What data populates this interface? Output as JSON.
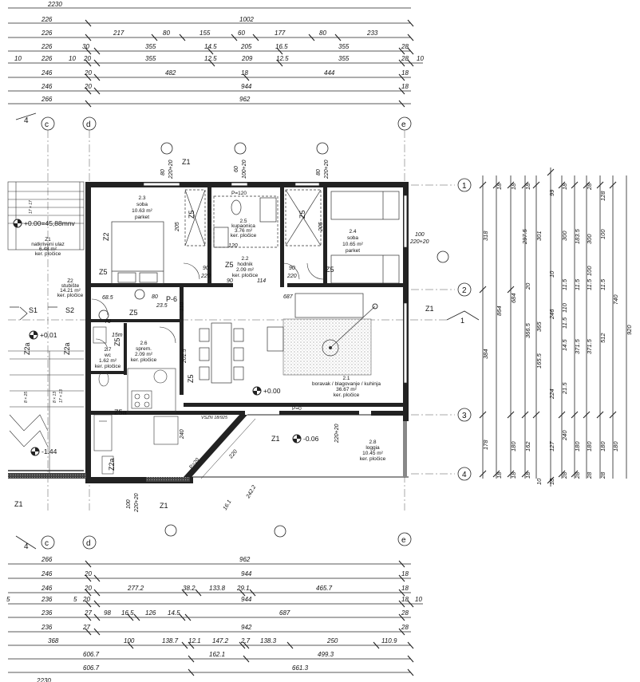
{
  "top_dimensions": [
    [
      "2230"
    ],
    [
      "226",
      "1002"
    ],
    [
      "226",
      "217",
      "80",
      "155",
      "60",
      "177",
      "80",
      "233"
    ],
    [
      "226",
      "30",
      "355",
      "14.5",
      "205",
      "16.5",
      "355",
      "28"
    ],
    [
      "10",
      "226",
      "10",
      "20",
      "355",
      "12.5",
      "209",
      "12.5",
      "355",
      "28",
      "10"
    ],
    [
      "246",
      "20",
      "482",
      "18",
      "444",
      "18"
    ],
    [
      "246",
      "20",
      "944",
      "18"
    ],
    [
      "266",
      "962"
    ]
  ],
  "bottom_dimensions": [
    [
      "266",
      "962"
    ],
    [
      "246",
      "20",
      "944",
      "18"
    ],
    [
      "246",
      "20",
      "277.2",
      "38.2",
      "133.8",
      "29.1",
      "465.7",
      "18"
    ],
    [
      "5",
      "236",
      "5",
      "20",
      "944",
      "18",
      "10"
    ],
    [
      "236",
      "27",
      "98",
      "16.5",
      "126",
      "14.5",
      "687",
      "28"
    ],
    [
      "236",
      "27",
      "942",
      "28"
    ],
    [
      "368",
      "100",
      "138.7",
      "12.1",
      "147.2",
      "2.7",
      "138.3",
      "250",
      "110.9"
    ],
    [
      "606.7",
      "162.1",
      "499.3"
    ],
    [
      "606.7",
      "661.3"
    ],
    [
      "2230"
    ]
  ],
  "right_dimensions": [
    "18",
    "18",
    "18",
    "18",
    "99",
    "28",
    "128",
    "318",
    "297.5",
    "301",
    "300",
    "183.5",
    "100",
    "864",
    "684",
    "20",
    "366.5",
    "365",
    "246",
    "10",
    "110",
    "11.5",
    "11.5",
    "300",
    "100",
    "11.5",
    "11.5",
    "11.5",
    "740",
    "920",
    "384",
    "165.5",
    "14.5",
    "371.5",
    "371.5",
    "512",
    "224",
    "21.5",
    "178",
    "180",
    "162",
    "127",
    "240",
    "180",
    "180",
    "180",
    "180",
    "18",
    "18",
    "18",
    "10",
    "18",
    "28",
    "28",
    "28",
    "28"
  ],
  "grid_axes": {
    "top": [
      "4",
      "c",
      "d",
      "e"
    ],
    "right": [
      "1",
      "2",
      "3",
      "4"
    ],
    "bottom": [
      "4",
      "c",
      "d",
      "e"
    ]
  },
  "rooms": [
    {
      "id": "2.3",
      "name": "soba",
      "area": "10.63 m²",
      "floor": "parket"
    },
    {
      "id": "2.5",
      "name": "kupaonica",
      "area": "3.76 m²",
      "floor": "ker. pločice"
    },
    {
      "id": "2.4",
      "name": "soba",
      "area": "10.65 m²",
      "floor": "parket"
    },
    {
      "id": "2.2",
      "name": "hodnik",
      "area": "2.09 m²",
      "floor": "ker. pločice"
    },
    {
      "id": "2.6",
      "name": "sprem.",
      "area": "2.09 m²",
      "floor": "ker. pločice"
    },
    {
      "id": "2.7",
      "name": "wc",
      "area": "1.62 m²",
      "floor": "ker. pločice"
    },
    {
      "id": "2.1",
      "name": "boravak / blagovanje / kuhinja",
      "area": "36.67 m²",
      "floor": "ker. pločice"
    },
    {
      "id": "2.8",
      "name": "loggia",
      "area": "10.45 m²",
      "floor": "ker. pločice"
    },
    {
      "id": "Z1",
      "name": "natkriveni ulaz",
      "area": "6.48 m²",
      "floor": "ker. pločice"
    },
    {
      "id": "Z2",
      "name": "stubište",
      "area": "14.21 m²",
      "floor": "ker. pločice"
    }
  ],
  "levels": [
    "+0.00=45,88mnv",
    "+0.01",
    "+0.00",
    "-0.06",
    "-1.44"
  ],
  "wall_tags": [
    "Z1",
    "Z2",
    "Z5",
    "Z5a",
    "Z2a",
    "S1",
    "S2",
    "P-6",
    "P=120",
    "P=0",
    "P=20"
  ],
  "misc_labels": [
    "80",
    "220+20",
    "60",
    "100+20",
    "120",
    "90",
    "220",
    "205",
    "100",
    "220+20",
    "114",
    "687",
    "68.5",
    "70",
    "80",
    "23.5",
    "110",
    "201.5",
    "240",
    "15m",
    "VSZN 18/925",
    "242.2",
    "16.1",
    "220+20",
    "220",
    "17 × 17",
    "8 × 25",
    "17 × 13",
    "8 × 13"
  ]
}
